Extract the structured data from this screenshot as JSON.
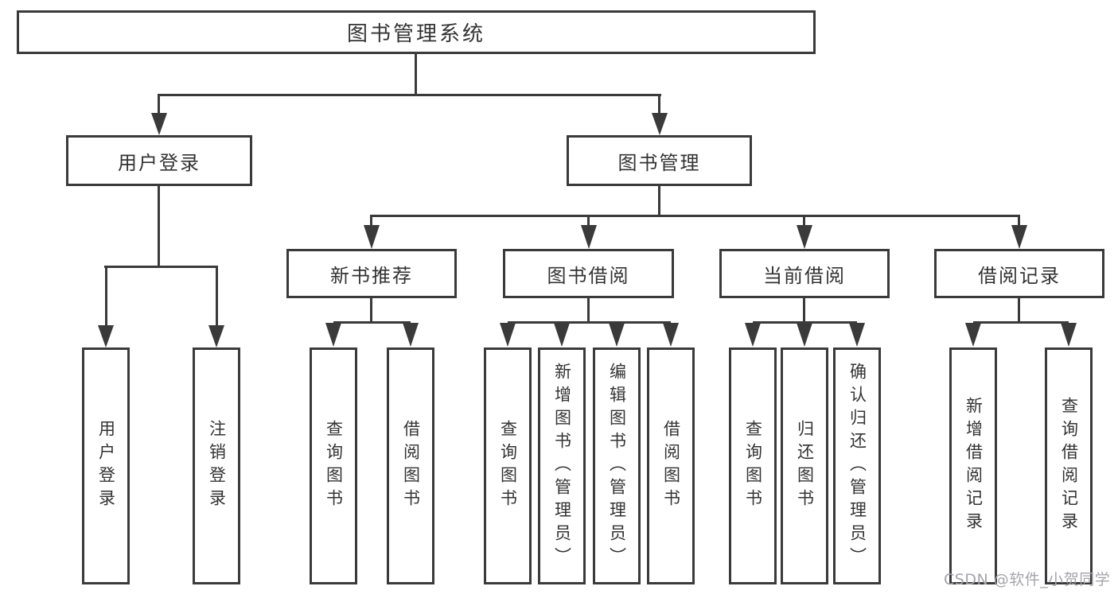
{
  "diagram_type": "hierarchy",
  "root": {
    "label": "图书管理系统"
  },
  "level2": [
    {
      "id": "user-login",
      "label": "用户登录",
      "parent": "图书管理系统"
    },
    {
      "id": "book-management",
      "label": "图书管理",
      "parent": "图书管理系统"
    }
  ],
  "level3": [
    {
      "id": "new-book-recommend",
      "label": "新书推荐",
      "parent": "图书管理"
    },
    {
      "id": "book-borrowing",
      "label": "图书借阅",
      "parent": "图书管理"
    },
    {
      "id": "current-borrowing",
      "label": "当前借阅",
      "parent": "图书管理"
    },
    {
      "id": "borrowing-records",
      "label": "借阅记录",
      "parent": "图书管理"
    }
  ],
  "leaves": [
    {
      "id": "user-login-action",
      "label": "用户登录",
      "parent": "用户登录"
    },
    {
      "id": "logout-action",
      "label": "注销登录",
      "parent": "用户登录"
    },
    {
      "id": "query-books-recommend",
      "label": "查询图书",
      "parent": "新书推荐"
    },
    {
      "id": "borrow-books-recommend",
      "label": "借阅图书",
      "parent": "新书推荐"
    },
    {
      "id": "query-books-borrowing",
      "label": "查询图书",
      "parent": "图书借阅"
    },
    {
      "id": "add-book-admin",
      "label": "新增图书（管理员）",
      "parent": "图书借阅"
    },
    {
      "id": "edit-book-admin",
      "label": "编辑图书（管理员）",
      "parent": "图书借阅"
    },
    {
      "id": "borrow-books-borrowing",
      "label": "借阅图书",
      "parent": "图书借阅"
    },
    {
      "id": "query-books-current",
      "label": "查询图书",
      "parent": "当前借阅"
    },
    {
      "id": "return-book",
      "label": "归还图书",
      "parent": "当前借阅"
    },
    {
      "id": "confirm-return-admin",
      "label": "确认归还（管理员）",
      "parent": "当前借阅"
    },
    {
      "id": "add-borrow-record",
      "label": "新增借阅记录",
      "parent": "借阅记录"
    },
    {
      "id": "query-borrow-record",
      "label": "查询借阅记录",
      "parent": "借阅记录"
    }
  ],
  "watermark": {
    "text": "CSDN @软件_小贺同学"
  },
  "colors": {
    "line": "#3a3a3a",
    "text": "#333333",
    "background": "#ffffff",
    "watermark": "#a4a4ac"
  }
}
